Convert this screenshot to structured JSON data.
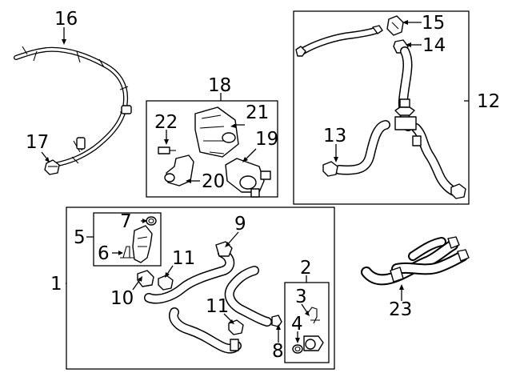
{
  "callouts": {
    "c1": "1",
    "c2": "2",
    "c3": "3",
    "c4": "4",
    "c5": "5",
    "c6": "6",
    "c7": "7",
    "c8": "8",
    "c9": "9",
    "c10": "10",
    "c11a": "11",
    "c11b": "11",
    "c12": "12",
    "c13": "13",
    "c14": "14",
    "c15": "15",
    "c16": "16",
    "c17": "17",
    "c18": "18",
    "c19": "19",
    "c20": "20",
    "c21": "21",
    "c22": "22",
    "c23": "23"
  },
  "colors": {
    "line": "#000000",
    "background": "#ffffff"
  }
}
